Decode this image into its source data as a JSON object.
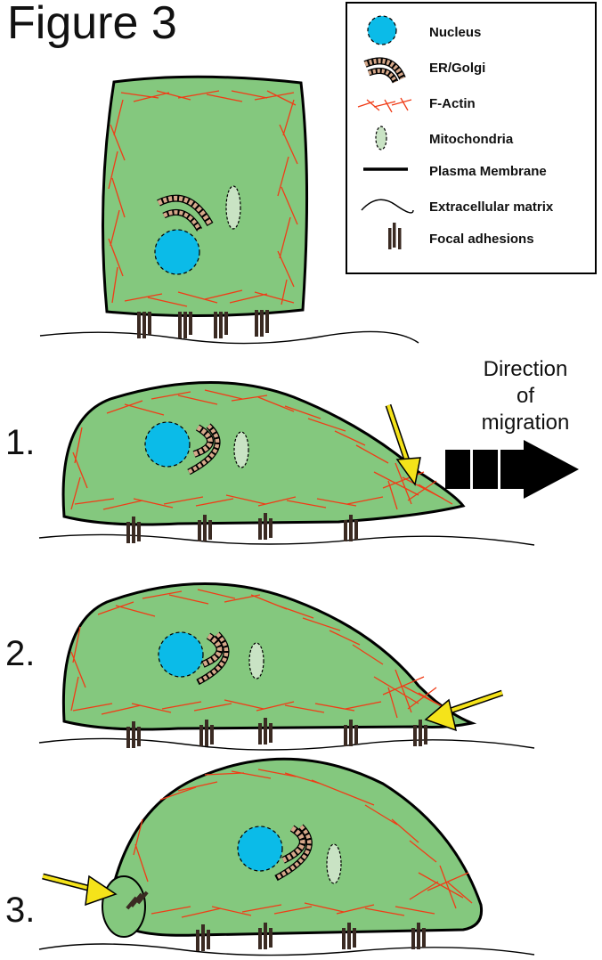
{
  "title": "Figure 3",
  "legend": {
    "items": [
      {
        "icon": "nucleus-icon",
        "label": "Nucleus"
      },
      {
        "icon": "er-golgi-icon",
        "label": "ER/Golgi"
      },
      {
        "icon": "f-actin-icon",
        "label": "F-Actin"
      },
      {
        "icon": "mitochondria-icon",
        "label": "Mitochondria"
      },
      {
        "icon": "plasma-membrane-icon",
        "label": "Plasma Membrane"
      },
      {
        "icon": "extracellular-matrix-icon",
        "label": "Extracellular matrix"
      },
      {
        "icon": "focal-adhesions-icon",
        "label": "Focal adhesions"
      }
    ]
  },
  "steps": [
    "1.",
    "2.",
    "3."
  ],
  "direction_label": [
    "Direction",
    "of",
    "migration"
  ],
  "colors": {
    "cell_fill": "#84c87e",
    "nucleus": "#0bbbe8",
    "actin": "#f03c17",
    "er_golgi": "#d6a88a",
    "mitochondria": "#c9e3c4",
    "arrow": "#f5e31a",
    "adhesion": "#3a2a22"
  }
}
